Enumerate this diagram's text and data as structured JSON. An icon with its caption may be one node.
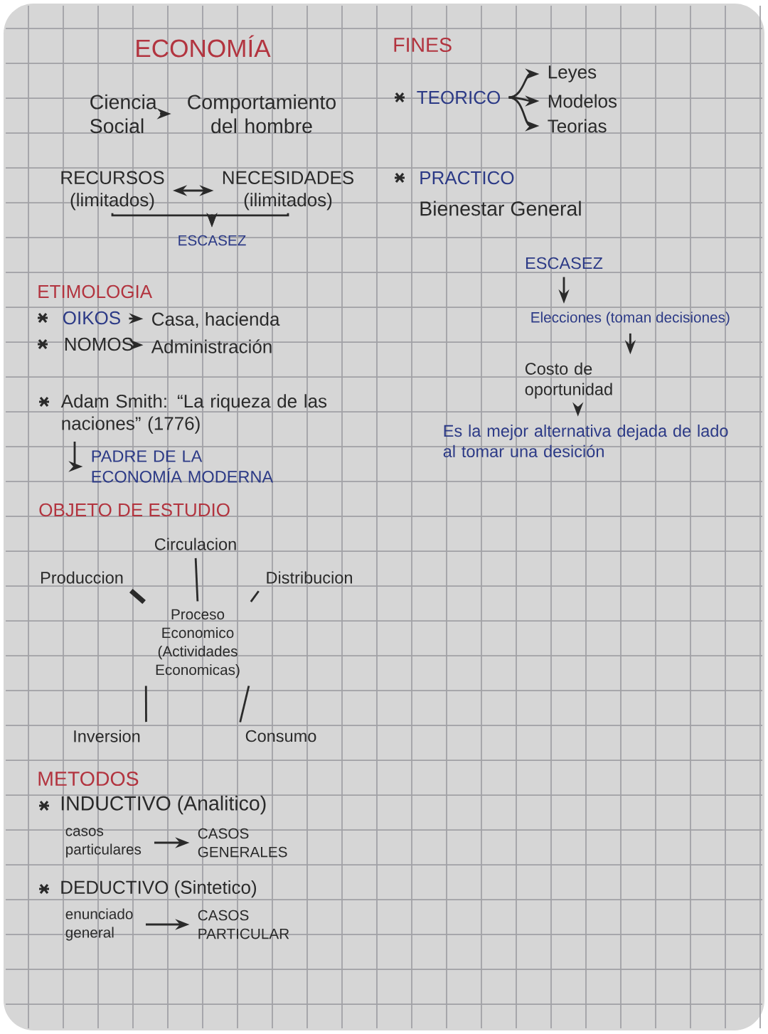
{
  "diagram": {
    "title": "ECONOMÍA",
    "nodes": [
      {
        "text": [
          "Ciencia Social"
        ]
      },
      {
        "text": [
          "Comportamiento del hombre"
        ]
      },
      {
        "text": [
          "RECURSOS",
          "(limitados)"
        ]
      },
      {
        "text": [
          "NECESIDADES",
          "(ilimitados)"
        ]
      },
      {
        "text": [
          "ESCASEZ"
        ]
      },
      {
        "text": [
          "OIKOS"
        ]
      },
      {
        "text": [
          "Casa, hacienda"
        ]
      },
      {
        "text": [
          "NOMOS"
        ]
      },
      {
        "text": [
          "Administración"
        ]
      },
      {
        "text": [
          "Adam Smith: “La riqueza de las naciones” (1776)"
        ]
      },
      {
        "text": [
          "PADRE DE LA ECONOMÍA MODERNA"
        ]
      },
      {
        "text": [
          "Circulacion"
        ]
      },
      {
        "text": [
          "Produccion"
        ]
      },
      {
        "text": [
          "Distribucion"
        ]
      },
      {
        "text": [
          "Proceso Economico (Actividades Economicas)"
        ]
      },
      {
        "text": [
          "Inversion"
        ]
      },
      {
        "text": [
          "Consumo"
        ]
      },
      {
        "text": [
          "casos particulares"
        ]
      },
      {
        "text": [
          "CASOS GENERALES"
        ]
      },
      {
        "text": [
          "enunciado general"
        ]
      },
      {
        "text": [
          "CASOS PARTICULAR"
        ]
      },
      {
        "text": [
          "TEORICO"
        ]
      },
      {
        "text": [
          "Leyes"
        ]
      },
      {
        "text": [
          "Modelos"
        ]
      },
      {
        "text": [
          "Teorias"
        ]
      },
      {
        "text": [
          "ESCASEZ"
        ]
      },
      {
        "text": [
          "Elecciones (toman decisiones)"
        ]
      },
      {
        "text": [
          "Costo de oportunidad"
        ]
      },
      {
        "text": [
          "Es la mejor alternativa dejada de lado al tomar una desición"
        ]
      }
    ],
    "edges": [
      {
        "from": 0,
        "to": 1,
        "arrow": "to"
      },
      {
        "from": 2,
        "to": 3,
        "arrow": "both"
      },
      {
        "from": 2,
        "to": 4,
        "arrow": "to"
      },
      {
        "from": 3,
        "to": 4,
        "arrow": "to"
      },
      {
        "from": 5,
        "to": 6,
        "arrow": "to"
      },
      {
        "from": 7,
        "to": 8,
        "arrow": "to"
      },
      {
        "from": 9,
        "to": 10,
        "arrow": "to"
      },
      {
        "from": 14,
        "to": 11,
        "arrow": "none"
      },
      {
        "from": 14,
        "to": 12,
        "arrow": "none",
        "style": "thick"
      },
      {
        "from": 14,
        "to": 13,
        "arrow": "none"
      },
      {
        "from": 14,
        "to": 15,
        "arrow": "none"
      },
      {
        "from": 14,
        "to": 16,
        "arrow": "none"
      },
      {
        "from": 17,
        "to": 18,
        "arrow": "to"
      },
      {
        "from": 19,
        "to": 20,
        "arrow": "to"
      },
      {
        "from": 21,
        "to": 22,
        "arrow": "to"
      },
      {
        "from": 21,
        "to": 23,
        "arrow": "to"
      },
      {
        "from": 21,
        "to": 24,
        "arrow": "to"
      },
      {
        "from": 25,
        "to": 26,
        "arrow": "to"
      },
      {
        "from": 26,
        "to": 27,
        "arrow": "to"
      },
      {
        "from": 27,
        "to": 28,
        "arrow": "to"
      }
    ],
    "labels": [
      "ETIMOLOGIA",
      "OBJETO DE ESTUDIO",
      "METODOS",
      "INDUCTIVO (Analitico)",
      "DEDUCTIVO (Sintetico)",
      "FINES",
      "PRACTICO",
      "Bienestar General"
    ]
  }
}
